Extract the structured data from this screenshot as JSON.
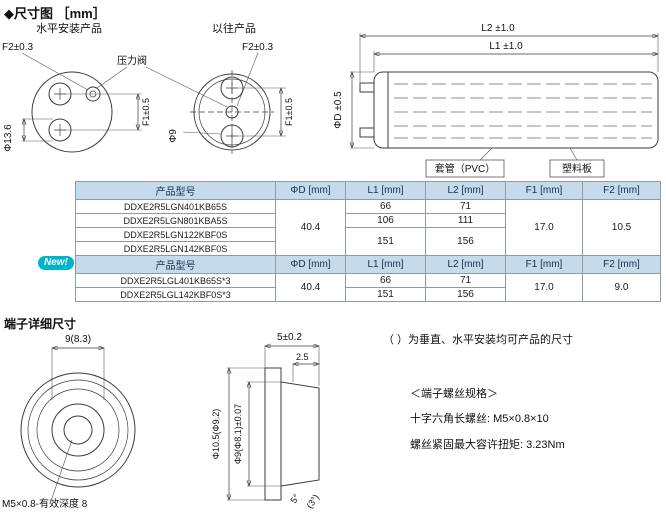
{
  "titles": {
    "dimensions": "◆尺寸图 ［mm］",
    "terminal": "端子详细尺寸"
  },
  "front_views": {
    "horizontal_product": "水平安装产品",
    "previous_product": "以往产品",
    "pressure_valve": "压力阀",
    "f2_left": "F2±0.3",
    "f2_right": "F2±0.3",
    "f1_left": "F1±0.5",
    "f1_right": "F1±0.5",
    "dia_13_6": "Φ13.6",
    "dia_9": "Φ9"
  },
  "side_view": {
    "l2": "L2 ±1.0",
    "l1": "L1 ±1.0",
    "dia_d": "ΦD ±0.5",
    "sleeve": "套管（PVC）",
    "plastic_plate": "塑料板"
  },
  "spec_table": {
    "headers": {
      "model": "产品型号",
      "dia": "ΦD [mm]",
      "l1": "L1 [mm]",
      "l2": "L2 [mm]",
      "f1": "F1 [mm]",
      "f2": "F2 [mm]"
    },
    "group1": {
      "models": [
        "DDXE2R5LGN401KB65S",
        "DDXE2R5LGN801KBA5S",
        "DDXE2R5LGN122KBF0S",
        "DDXE2R5LGN142KBF0S"
      ],
      "dia": "40.4",
      "l1": [
        "66",
        "106",
        "151"
      ],
      "l2": [
        "71",
        "111",
        "156"
      ],
      "f1": "17.0",
      "f2": "10.5"
    },
    "group2": {
      "badge": "New!",
      "models": [
        "DDXE2R5LGL401KB65S*3",
        "DDXE2R5LGL142KBF0S*3"
      ],
      "dia": "40.4",
      "l1": [
        "66",
        "151"
      ],
      "l2": [
        "71",
        "156"
      ],
      "f1": "17.0",
      "f2": "9.0"
    }
  },
  "terminal_front": {
    "width_dim": "9(8.3)",
    "thread_note": "M5×0.8-有效深度 8"
  },
  "terminal_side": {
    "height_dim": "5±0.2",
    "depth_dim": "2.5",
    "dia_outer": "Φ10.5(Φ9.2)",
    "dia_inner": "Φ9(Φ8.1)±0.07",
    "angle_main": "5°",
    "angle_alt": "(3°)"
  },
  "notes": {
    "parens_note": "（ ）为垂直、水平安装均可产品的尺寸",
    "screw_title": "＜端子螺丝规格＞",
    "screw_spec": "十字六角长螺丝: M5×0.8×10",
    "torque_spec": "螺丝紧固最大容许扭矩: 3.23Nm"
  },
  "colors": {
    "header_bg": "#c5daea",
    "badge_bg": "#00b4cc",
    "table_border": "#8f9aa6",
    "line": "#3c3c3c"
  }
}
